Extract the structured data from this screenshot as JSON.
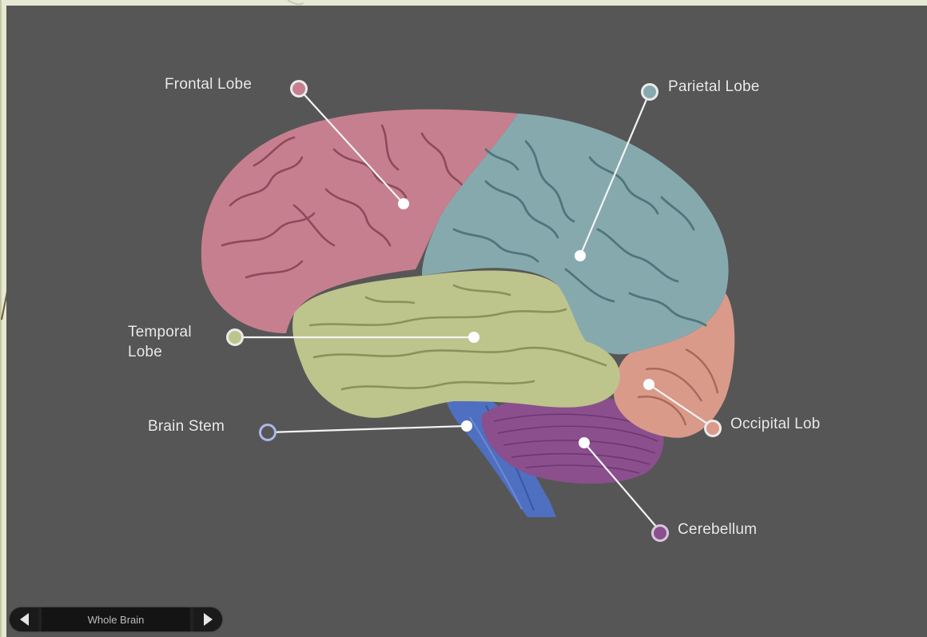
{
  "labels": {
    "frontal": "Frontal Lobe",
    "parietal": "Parietal Lobe",
    "temporal": "Temporal Lobe",
    "brain_stem": "Brain Stem",
    "occipital": "Occipital Lob",
    "cerebellum": "Cerebellum"
  },
  "navigator": {
    "current_view": "Whole Brain"
  },
  "colors": {
    "viewer_background": "#565656",
    "slide_background": "#e6e8d3",
    "frontal": "#c67f8e",
    "parietal": "#86a9ae",
    "temporal": "#bdc48c",
    "occipital": "#d99a8a",
    "cerebellum": "#8a4f8c",
    "brain_stem": "#4f6fc0"
  }
}
